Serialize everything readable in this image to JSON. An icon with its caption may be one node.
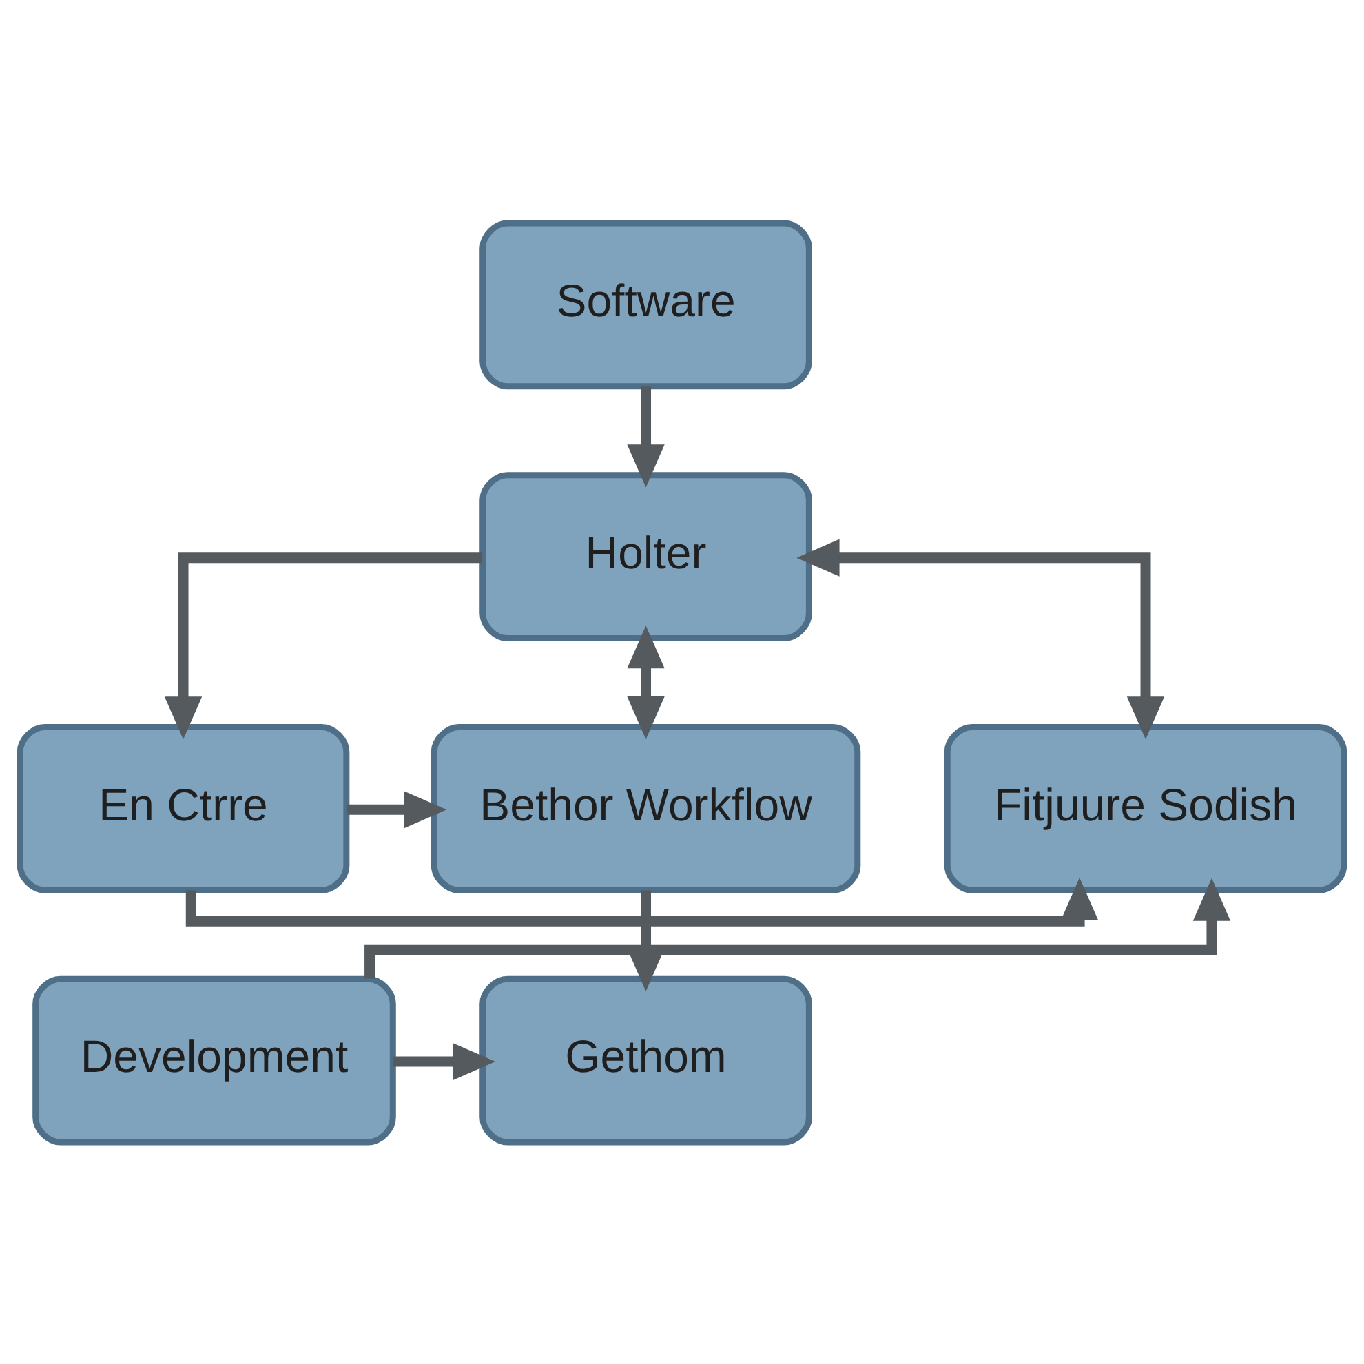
{
  "diagram": {
    "nodes": [
      {
        "text": [
          "Software"
        ]
      },
      {
        "text": [
          "Holter"
        ]
      },
      {
        "text": [
          "Fitjuure Sodish"
        ]
      },
      {
        "text": [
          "En Ctrre"
        ]
      },
      {
        "text": [
          "Bethor Workflow"
        ]
      },
      {
        "text": [
          "Development"
        ]
      },
      {
        "text": [
          "Gethom"
        ]
      }
    ],
    "edges": [
      {
        "from": 0,
        "to": 1,
        "arrow": "to"
      },
      {
        "from": 1,
        "to": 2,
        "arrow": "both"
      },
      {
        "from": 1,
        "to": 4,
        "arrow": "both"
      },
      {
        "from": 1,
        "to": 3,
        "arrow": "to"
      },
      {
        "from": 3,
        "to": 2,
        "arrow": "to"
      },
      {
        "from": 3,
        "to": 4,
        "arrow": "to"
      },
      {
        "from": 4,
        "to": 6,
        "arrow": "to"
      },
      {
        "from": 5,
        "to": 6,
        "arrow": "to"
      },
      {
        "from": 5,
        "to": 2,
        "arrow": "to"
      }
    ]
  }
}
